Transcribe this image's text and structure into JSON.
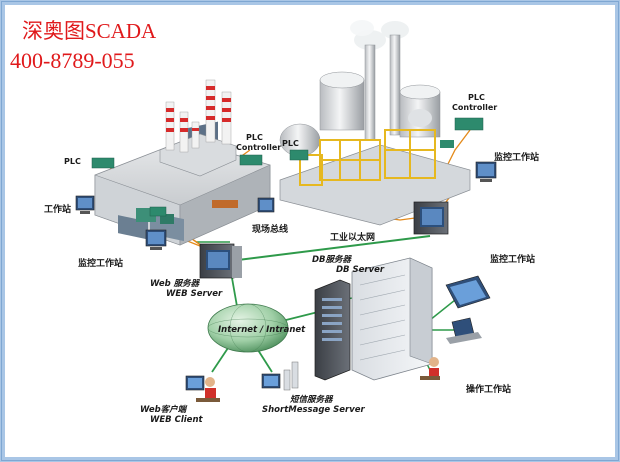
{
  "brand": {
    "title": "深奥图SCADA",
    "phone": "400-8789-055"
  },
  "labels": {
    "plc_left": "PLC",
    "plc_controller_mid_1": "PLC",
    "plc_controller_mid_2": "Controller",
    "plc_controller_right_1": "PLC",
    "plc_controller_right_2": "Controller",
    "plc_right_small": "PLC",
    "workstation_left": "工作站",
    "monitor_ws_top_right": "监控工作站",
    "fieldbus": "现场总线",
    "industrial_ethernet": "工业以太网",
    "monitor_ws_left": "监控工作站",
    "web_server_1": "Web 服务器",
    "web_server_2": "WEB Server",
    "db_server_1": "DB服务器",
    "db_server_2": "DB Server",
    "monitor_ws_right": "监控工作站",
    "internet": "Internet / Intranet",
    "web_client_1": "Web客户端",
    "web_client_2": "WEB Client",
    "sms_server_1": "短信服务器",
    "sms_server_2": "ShortMessage Server",
    "operator_ws": "操作工作站"
  },
  "colors": {
    "brand_red": "#e0191b",
    "network_line": "#2e9a4a",
    "frame_border": "#a9c6e6",
    "globe": "#8fc29a"
  }
}
